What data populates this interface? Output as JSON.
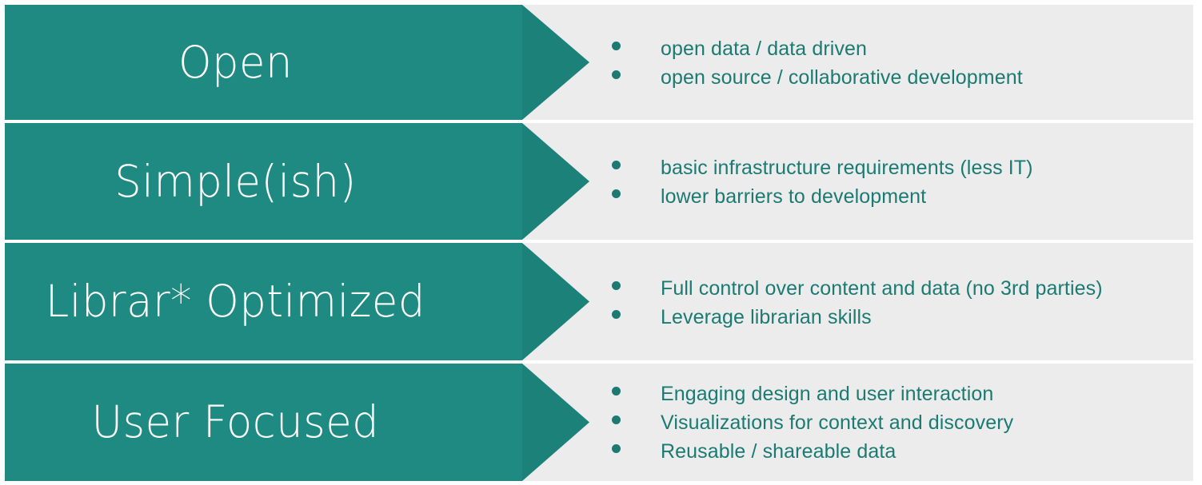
{
  "slide": {
    "title": "Design principles arrow diagram",
    "colors": {
      "arrow_body": "#1f8a82",
      "arrow_head": "#1c8178",
      "panel_background": "#ececec",
      "label_text": "#ffffff",
      "bullet_text": "#1b7a72",
      "page_background": "#ffffff"
    },
    "rows": [
      {
        "label": "Open",
        "bullets": [
          "open data / data driven",
          "open source / collaborative development"
        ]
      },
      {
        "label": "Simple(ish)",
        "bullets": [
          "basic infrastructure requirements (less IT)",
          "lower barriers to development"
        ]
      },
      {
        "label": "Librar* Optimized",
        "bullets": [
          "Full control over content and data (no 3rd parties)",
          "Leverage librarian skills"
        ]
      },
      {
        "label": "User Focused",
        "bullets": [
          "Engaging design and user interaction",
          "Visualizations for context and discovery",
          "Reusable / shareable data"
        ]
      }
    ]
  }
}
